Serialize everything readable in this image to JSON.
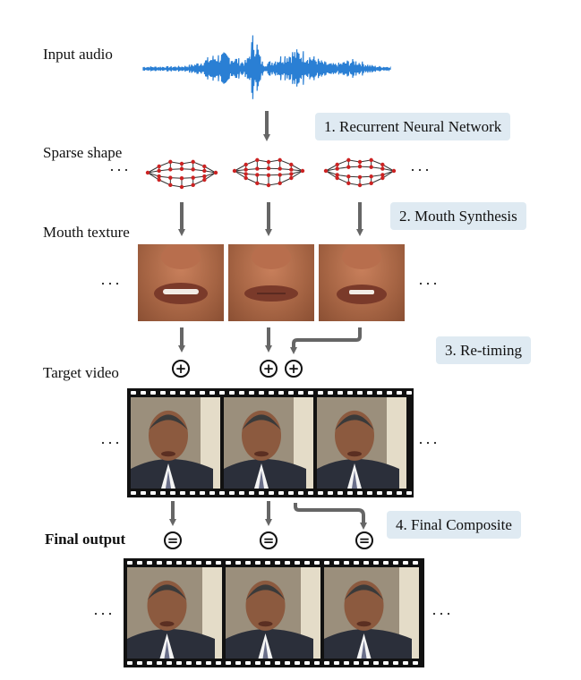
{
  "labels": {
    "input_audio": "Input audio",
    "sparse_shape": "Sparse shape",
    "mouth_texture": "Mouth texture",
    "target_video": "Target video",
    "final_output": "Final output"
  },
  "steps": [
    {
      "text": "1. Recurrent Neural Network"
    },
    {
      "text": "2. Mouth Synthesis"
    },
    {
      "text": "3. Re-timing"
    },
    {
      "text": "4. Final Composite"
    }
  ],
  "ellipsis": "···",
  "operators": {
    "plus": "+",
    "equals": "="
  },
  "colors": {
    "waveform": "#2a7fd4",
    "landmark_point": "#cc2222",
    "step_background": "#dfeaf2",
    "arrow": "#666666",
    "film": "#111111"
  }
}
